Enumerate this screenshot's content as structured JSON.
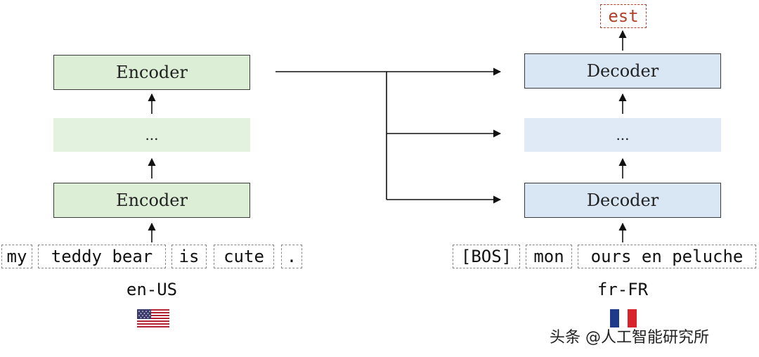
{
  "encoder": {
    "top_label": "Encoder",
    "middle_label": "...",
    "bottom_label": "Encoder"
  },
  "decoder": {
    "top_label": "Decoder",
    "middle_label": "...",
    "bottom_label": "Decoder"
  },
  "output_token": "est",
  "source": {
    "tokens": [
      "my",
      "teddy bear",
      "is",
      "cute",
      "."
    ],
    "language": "en-US"
  },
  "target": {
    "tokens": [
      "[BOS]",
      "mon",
      "ours en peluche"
    ],
    "language": "fr-FR"
  },
  "watermark": "头条 @人工智能研究所",
  "colors": {
    "encoder_fill": "#dcefd6",
    "decoder_fill": "#d9e6f4",
    "output_text": "#b0412e"
  }
}
